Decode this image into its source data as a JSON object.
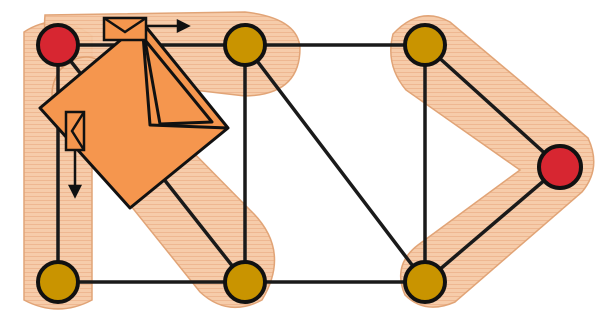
{
  "diagram": {
    "colors": {
      "background": "#ffffff",
      "region_fill": "#f6caa6",
      "region_stripe": "#eeb48c",
      "region_stroke": "#e0a070",
      "edge": "#1a1a1a",
      "node_red": "#d72631",
      "node_gold": "#c99400",
      "node_stroke": "#111111",
      "envelope_fill": "#f5964e",
      "envelope_stroke": "#111111",
      "arrow": "#111111"
    },
    "regions": [
      {
        "id": "left-column-region"
      },
      {
        "id": "top-left-band-region"
      },
      {
        "id": "diagonal-band-region"
      },
      {
        "id": "right-chevron-region"
      },
      {
        "id": "center-bottom-region"
      }
    ],
    "nodes": [
      {
        "id": "n1",
        "kind": "red"
      },
      {
        "id": "n2",
        "kind": "gold"
      },
      {
        "id": "n3",
        "kind": "gold"
      },
      {
        "id": "n4",
        "kind": "red"
      },
      {
        "id": "n5",
        "kind": "gold"
      },
      {
        "id": "n6",
        "kind": "gold"
      },
      {
        "id": "n7",
        "kind": "gold"
      }
    ],
    "edges": [
      [
        "n1",
        "n2"
      ],
      [
        "n2",
        "n3"
      ],
      [
        "n3",
        "n4"
      ],
      [
        "n4",
        "n7"
      ],
      [
        "n3",
        "n7"
      ],
      [
        "n2",
        "n7"
      ],
      [
        "n2",
        "n6"
      ],
      [
        "n6",
        "n7"
      ],
      [
        "n1",
        "n5"
      ],
      [
        "n5",
        "n6"
      ],
      [
        "n1",
        "n6"
      ]
    ],
    "icons": [
      {
        "id": "large-envelope-icon"
      },
      {
        "id": "small-envelope-top-icon",
        "arrow": "right-arrow-icon"
      },
      {
        "id": "small-envelope-left-icon",
        "arrow": "down-arrow-icon"
      }
    ]
  }
}
